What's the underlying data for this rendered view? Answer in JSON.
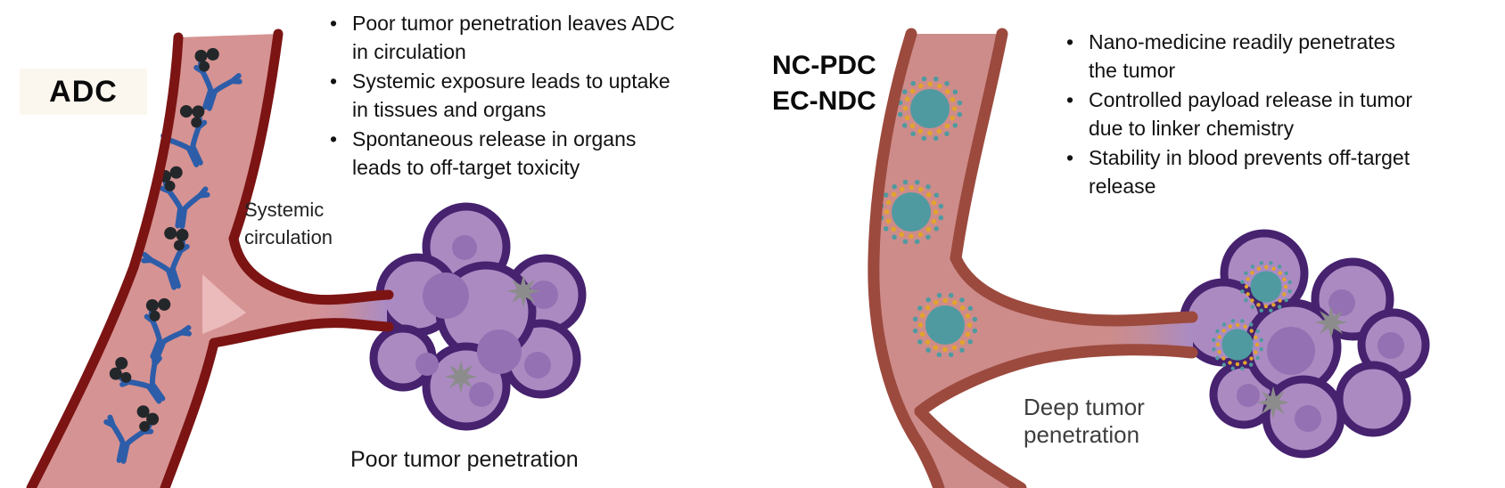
{
  "left_panel": {
    "label": "ADC",
    "bullets": [
      "Poor tumor penetration leaves ADC\nin circulation",
      "Systemic exposure leads to uptake\nin tissues and organs",
      "Spontaneous release in organs\nleads to off-target toxicity"
    ],
    "vessel_label": "Systemic\ncirculation",
    "caption": "Poor tumor penetration"
  },
  "right_panel": {
    "label": "NC-PDC\nEC-NDC",
    "bullets": [
      "Nano-medicine readily penetrates\nthe tumor",
      "Controlled payload release in tumor\ndue to linker chemistry",
      "Stability in blood prevents off-target\nrelease"
    ],
    "caption": "Deep tumor\npenetration"
  },
  "colors": {
    "vessel-wall-left": "#7c1414",
    "vessel-lumen-left": "#d69393",
    "vessel-wall-right": "#9c4a3e",
    "vessel-lumen-right": "#cd8c8a",
    "funnel-highlight": "#eec1c1",
    "antibody-blue": "#2d5da8",
    "payload-black": "#23272a",
    "tumor-fill": "#ab8ac2",
    "tumor-stroke": "#46226f",
    "tumor-nucleus": "#9471b2",
    "dead-cell-gray": "#8c8c8c",
    "np-teal": "#4f9aa0",
    "np-orange": "#e2a42c",
    "label-box-bg": "#fbf7ee",
    "text-dark": "#141414",
    "text-gray": "#3e3e3e"
  }
}
